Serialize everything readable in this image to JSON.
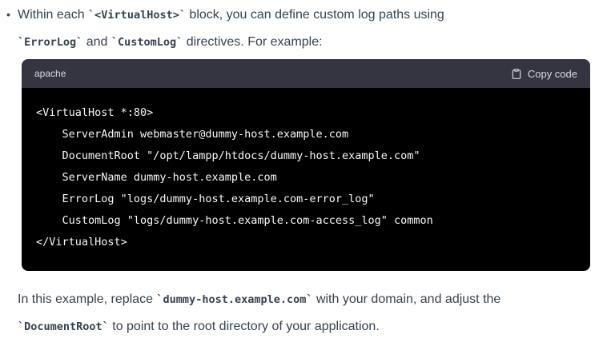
{
  "page": {
    "background": "#ffffff",
    "text_color": "#374151"
  },
  "colors": {
    "code_header_bg": "#343541",
    "code_header_text": "#d9d9e3",
    "code_bg": "#000000",
    "code_text": "#f8f8f8"
  },
  "bullet_list": {
    "marker": "•"
  },
  "paragraphs": {
    "intro": {
      "segments": [
        {
          "t": "text",
          "v": "Within each "
        },
        {
          "t": "code",
          "v": "`<VirtualHost>`"
        },
        {
          "t": "text",
          "v": " block, you can define custom log paths using"
        },
        {
          "t": "br"
        },
        {
          "t": "code",
          "v": "`ErrorLog`"
        },
        {
          "t": "text",
          "v": " and "
        },
        {
          "t": "code",
          "v": "`CustomLog`"
        },
        {
          "t": "text",
          "v": " directives. For example:"
        }
      ]
    },
    "outro": {
      "segments": [
        {
          "t": "text",
          "v": "In this example, replace "
        },
        {
          "t": "code",
          "v": "`dummy-host.example.com`"
        },
        {
          "t": "text",
          "v": " with your domain, and adjust the"
        },
        {
          "t": "br"
        },
        {
          "t": "code",
          "v": "`DocumentRoot`"
        },
        {
          "t": "text",
          "v": " to point to the root directory of your application."
        }
      ]
    }
  },
  "code_block": {
    "language": "apache",
    "copy_label": "Copy code",
    "lines": [
      "<VirtualHost *:80>",
      "    ServerAdmin webmaster@dummy-host.example.com",
      "    DocumentRoot \"/opt/lampp/htdocs/dummy-host.example.com\"",
      "    ServerName dummy-host.example.com",
      "    ErrorLog \"logs/dummy-host.example.com-error_log\"",
      "    CustomLog \"logs/dummy-host.example.com-access_log\" common",
      "</VirtualHost>"
    ]
  }
}
